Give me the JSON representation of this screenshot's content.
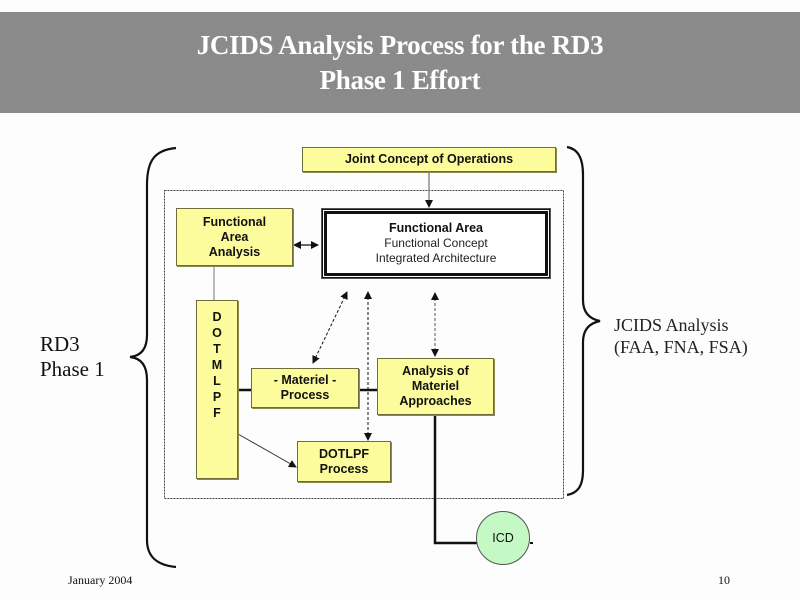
{
  "slide": {
    "title_line1": "JCIDS Analysis Process for the RD3",
    "title_line2": "Phase 1 Effort",
    "footer_date": "January 2004",
    "page_number": "10"
  },
  "left_brace_label": {
    "line1": "RD3",
    "line2": "Phase 1"
  },
  "right_brace_label": {
    "line1": "JCIDS Analysis",
    "line2": "(FAA, FNA, FSA)"
  },
  "nodes": {
    "joint_concept": "Joint Concept of Operations",
    "faa": {
      "line1": "Functional",
      "line2": "Area",
      "line3": "Analysis"
    },
    "functional_area": {
      "title": "Functional Area",
      "line2": "Functional Concept",
      "line3": "Integrated Architecture"
    },
    "dotmlpf": [
      "D",
      "O",
      "T",
      "M",
      "L",
      "P",
      "F"
    ],
    "materiel_process": {
      "line1": "- Materiel -",
      "line2": "Process"
    },
    "analysis_materiel": {
      "line1": "Analysis of",
      "line2": "Materiel",
      "line3": "Approaches"
    },
    "dotlpf_process": {
      "line1": "DOTLPF",
      "line2": "Process"
    },
    "icd": "ICD"
  },
  "colors": {
    "box_fill": "#fcfc9c",
    "icd_fill": "#c4f8c4",
    "header_band": "#878787"
  }
}
